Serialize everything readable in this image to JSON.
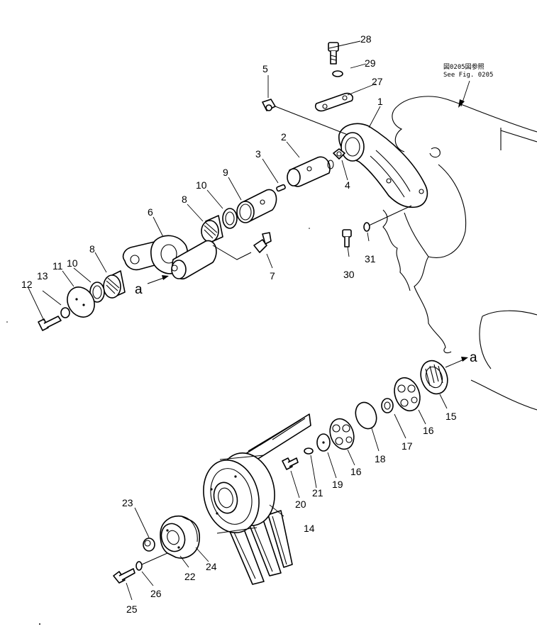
{
  "reference": {
    "line1": "図0205図参照",
    "line2": "See Fig. 0205"
  },
  "view_marks": {
    "a_left": "a",
    "a_right": "a"
  },
  "callouts": {
    "p1": "1",
    "p2": "2",
    "p3": "3",
    "p4": "4",
    "p5": "5",
    "p6": "6",
    "p7": "7",
    "p8a": "8",
    "p8b": "8",
    "p9": "9",
    "p10a": "10",
    "p10b": "10",
    "p11": "11",
    "p12": "12",
    "p13": "13",
    "p14": "14",
    "p15": "15",
    "p16a": "16",
    "p16b": "16",
    "p17": "17",
    "p18": "18",
    "p19": "19",
    "p20": "20",
    "p21": "21",
    "p22": "22",
    "p23": "23",
    "p24": "24",
    "p25": "25",
    "p26": "26",
    "p27": "27",
    "p28": "28",
    "p29": "29",
    "p30": "30",
    "p31": "31"
  }
}
